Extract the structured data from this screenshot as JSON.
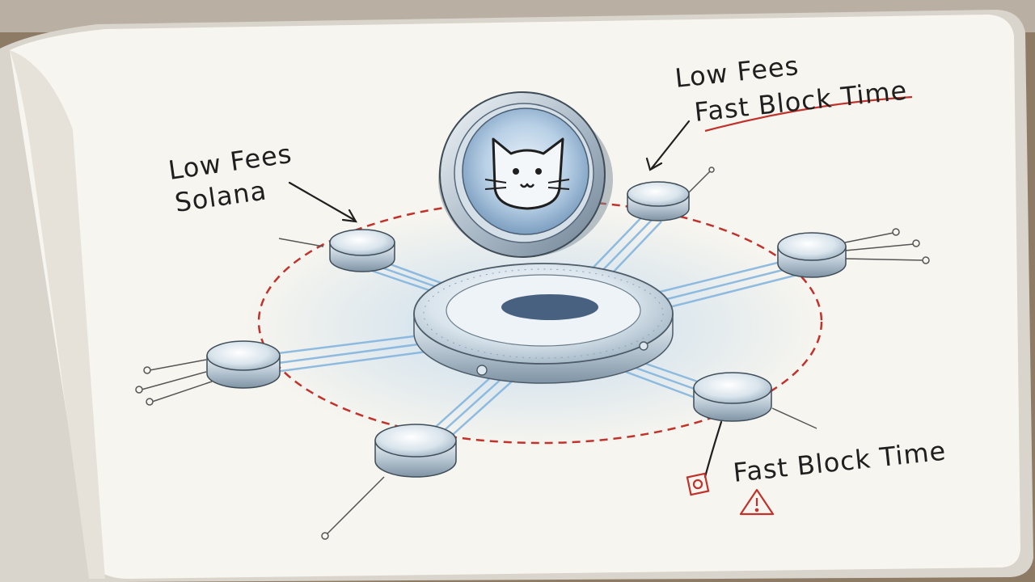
{
  "annotations": {
    "top_left": {
      "line1": "Low Fees",
      "line2": "Solana"
    },
    "top_right": {
      "line1": "Low Fees",
      "line2": "Fast Block Time"
    },
    "bottom_right": {
      "line1": "Fast Block Time"
    }
  },
  "icons": {
    "coin_emblem": "cat-face-icon",
    "status_marker": "target-square-icon",
    "warning": "warning-triangle-icon"
  },
  "colors": {
    "ink": "#1f1f1f",
    "accent_red": "#c0322b",
    "beam_blue": "#7fb2dd",
    "metal": "#c9d6e0",
    "paper": "#f7f5ef"
  }
}
